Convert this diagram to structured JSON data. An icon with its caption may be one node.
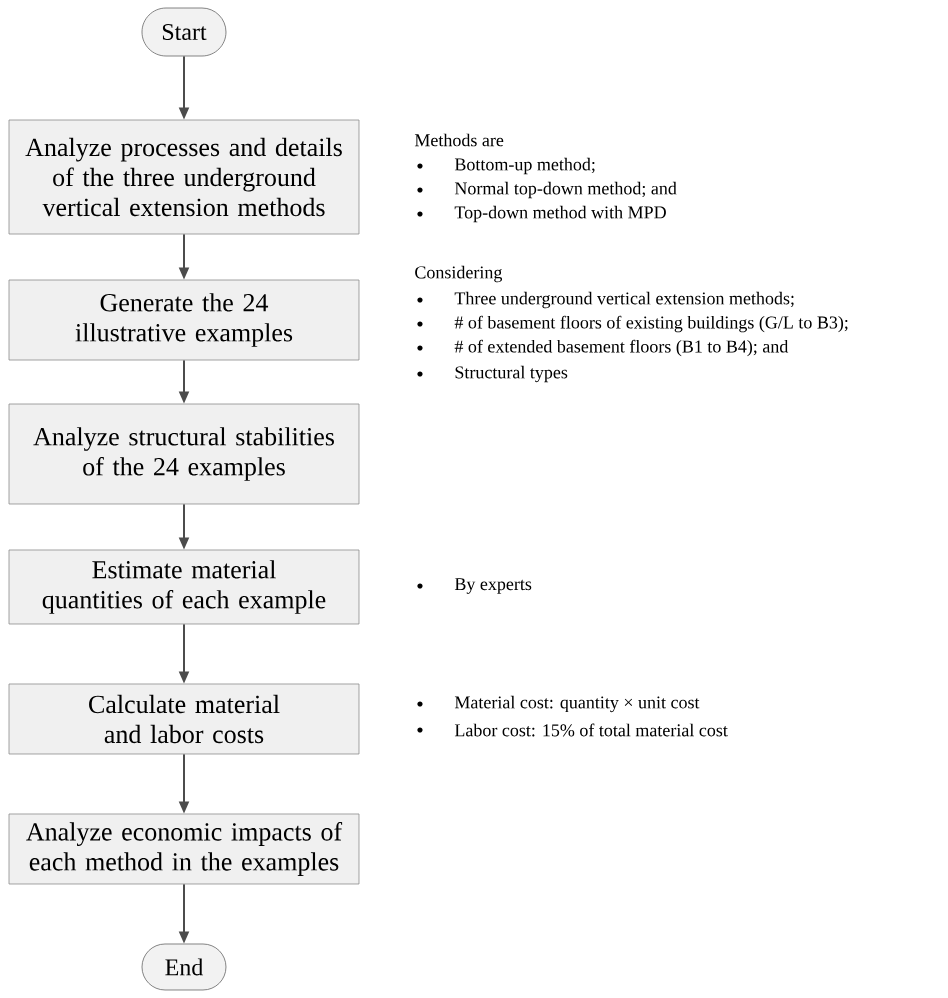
{
  "diagram": {
    "nodes": [
      {
        "text": [
          "Start"
        ]
      },
      {
        "text": [
          "Analyze processes and details of the three underground vertical extension methods"
        ]
      },
      {
        "text": [
          "Generate the 24 illustrative examples"
        ]
      },
      {
        "text": [
          "Analyze structural stabilities of the 24 examples"
        ]
      },
      {
        "text": [
          "Estimate material quantities of each example"
        ]
      },
      {
        "text": [
          "Calculate material and labor costs"
        ]
      },
      {
        "text": [
          "Analyze economic impacts of each method in the examples"
        ]
      },
      {
        "text": [
          "End"
        ]
      }
    ],
    "edges": [
      {
        "from": 0,
        "to": 1,
        "arrow": "to"
      },
      {
        "from": 1,
        "to": 2,
        "arrow": "to"
      },
      {
        "from": 2,
        "to": 3,
        "arrow": "to"
      },
      {
        "from": 3,
        "to": 4,
        "arrow": "to"
      },
      {
        "from": 4,
        "to": 5,
        "arrow": "to"
      },
      {
        "from": 5,
        "to": 6,
        "arrow": "to"
      },
      {
        "from": 6,
        "to": 7,
        "arrow": "to"
      }
    ],
    "labels": [
      "Methods are",
      "Bottom-up method;",
      "Normal top-down method; and",
      "Top-down method with MPD",
      "Considering",
      "Three underground vertical extension methods;",
      "# of basement floors of existing buildings (G/L to B3);",
      "# of extended basement floors (B1 to B4); and",
      "Structural types",
      "By experts",
      "Material cost: quantity × unit cost",
      "Labor cost: 15% of total material cost"
    ]
  }
}
